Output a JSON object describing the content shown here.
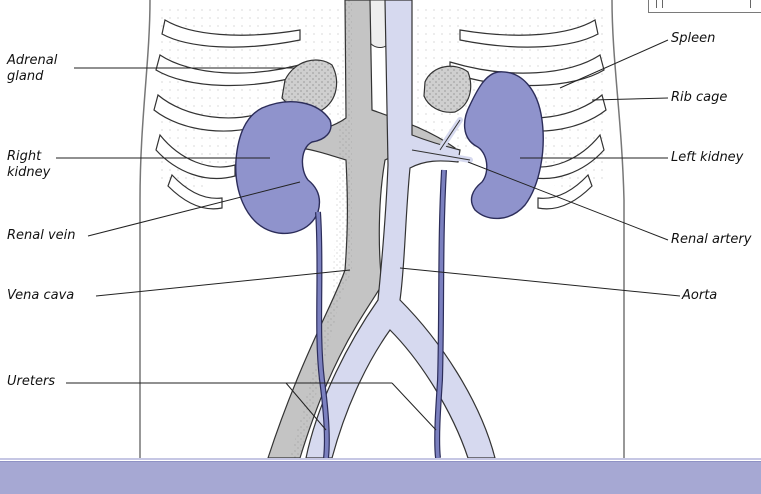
{
  "figure": {
    "labels": {
      "adrenal_gland": "Adrenal\ngland",
      "right_kidney": "Right\nkidney",
      "renal_vein": "Renal vein",
      "vena_cava": "Vena cava",
      "ureters": "Ureters",
      "spleen": "Spleen",
      "rib_cage": "Rib cage",
      "left_kidney": "Left kidney",
      "renal_artery": "Renal artery",
      "aorta": "Aorta"
    }
  },
  "colors": {
    "kidney": "#8f93cc",
    "kidney_outline": "#2c2d5a",
    "vein": "#c4c4c4",
    "artery": "#d6d9ef",
    "ureter": "#7b80bf",
    "bottom_bar": "#a6a8d3"
  }
}
